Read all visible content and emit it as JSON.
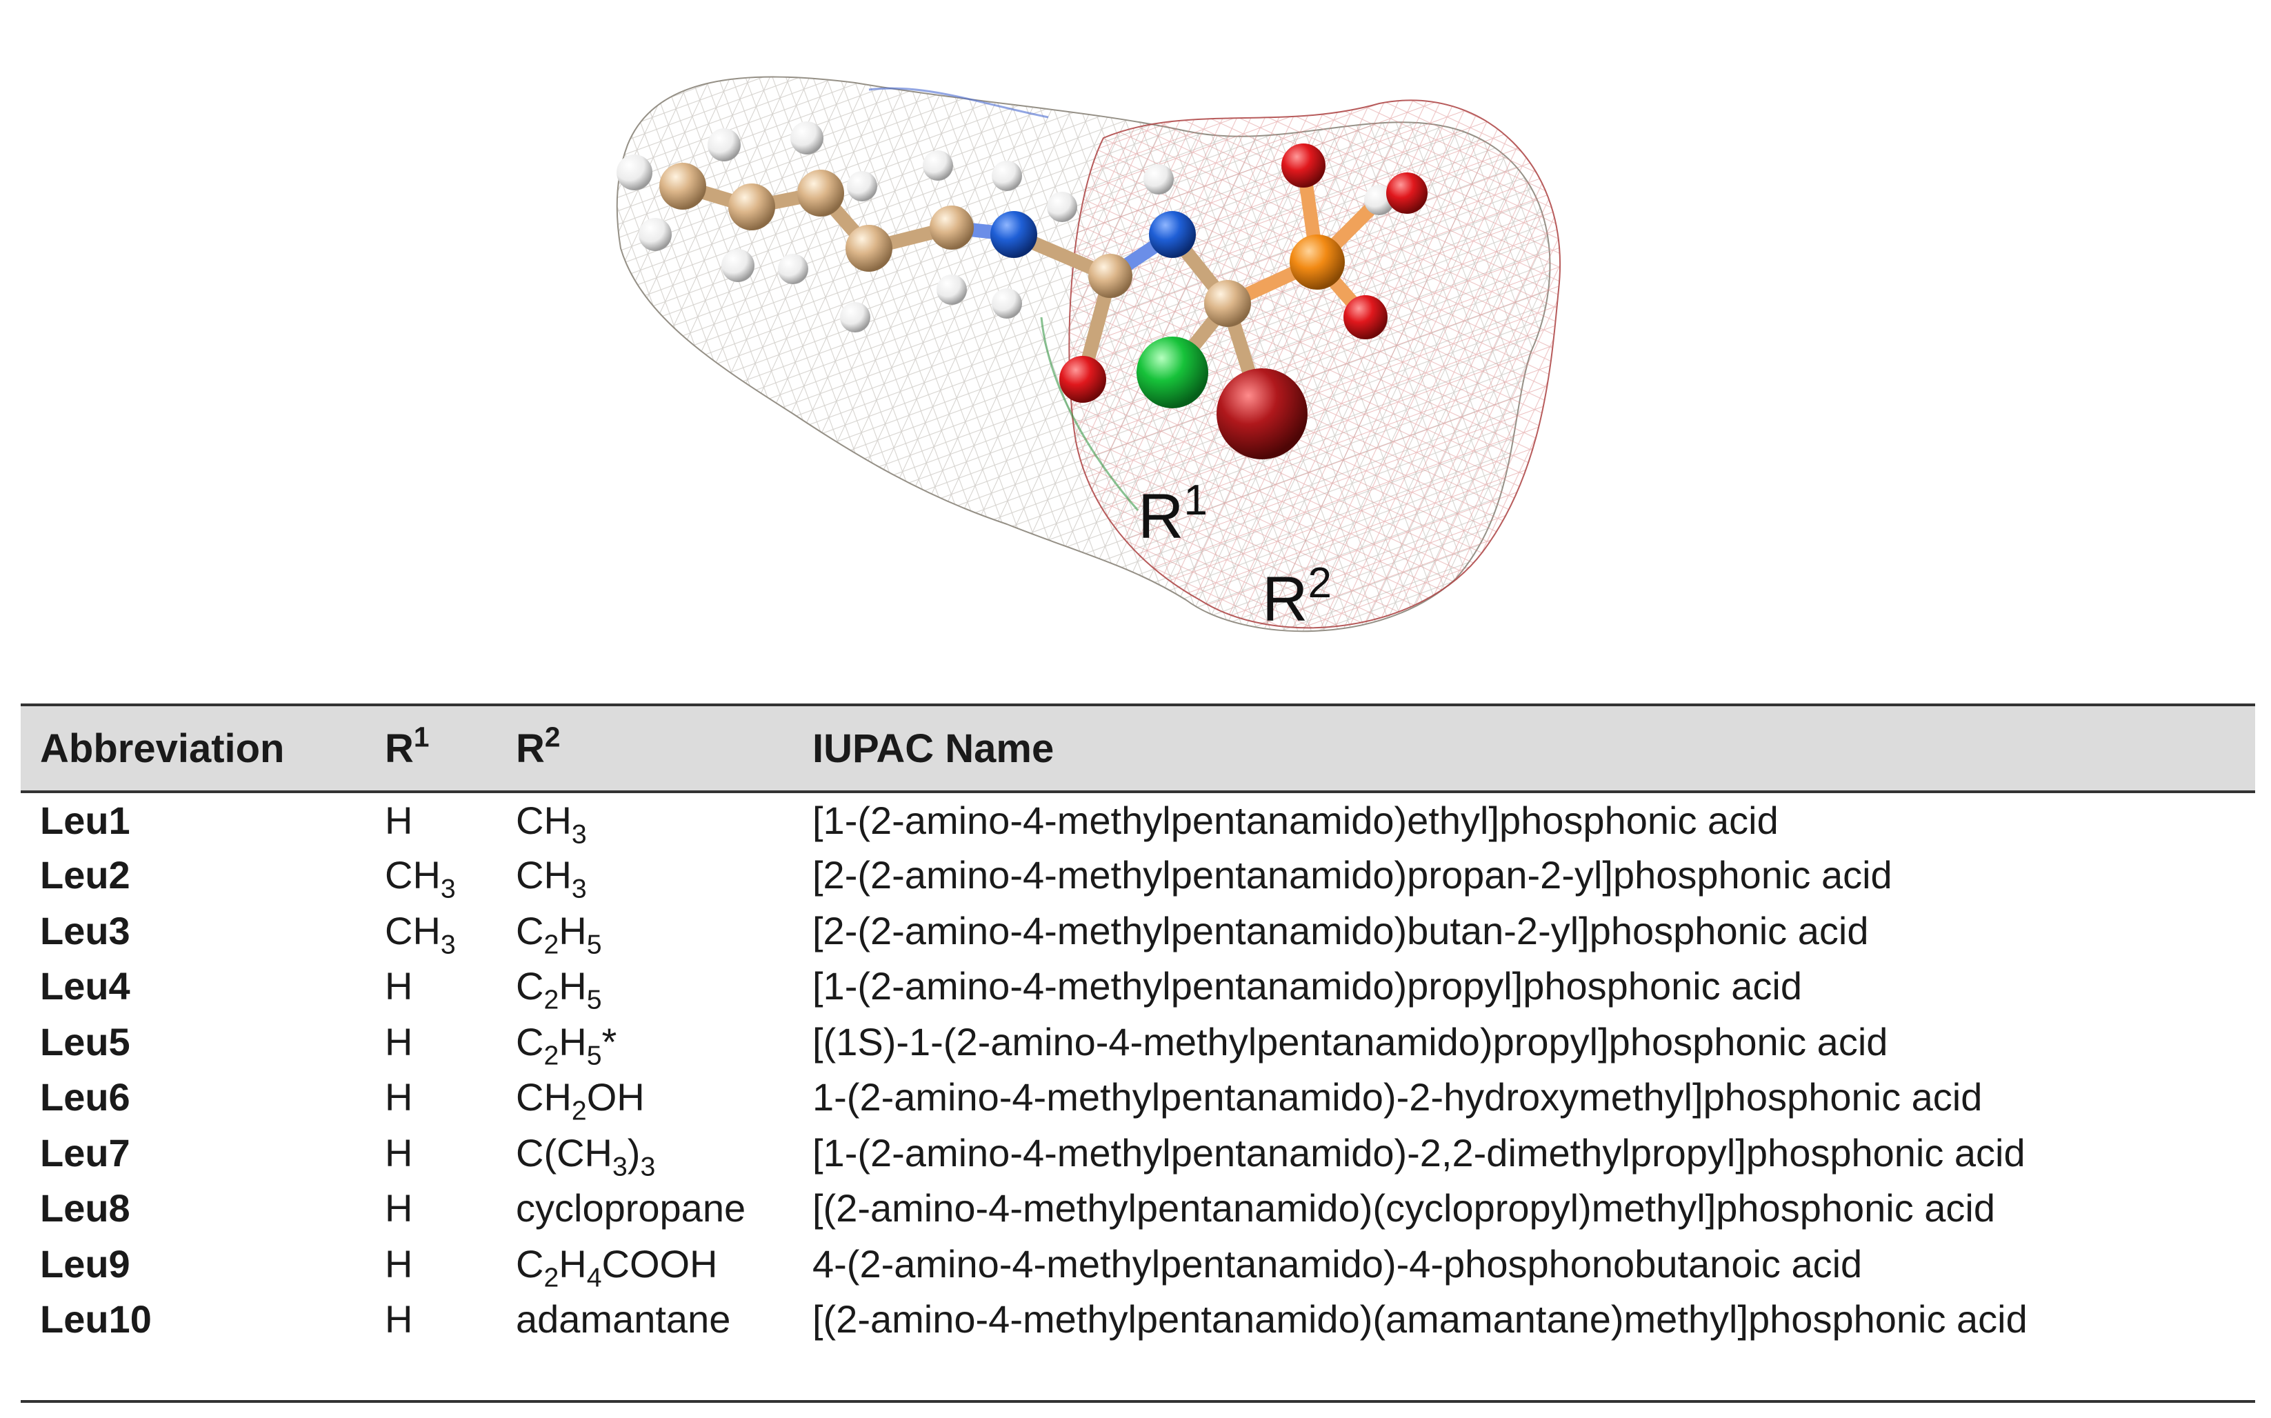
{
  "figure": {
    "labels": {
      "r1_base": "R",
      "r1_sup": "1",
      "r2_base": "R",
      "r2_sup": "2"
    }
  },
  "table": {
    "headers": [
      {
        "base": "Abbreviation",
        "sup": ""
      },
      {
        "base": "R",
        "sup": "1"
      },
      {
        "base": "R",
        "sup": "2"
      },
      {
        "base": "IUPAC Name",
        "sup": ""
      }
    ],
    "rows": [
      {
        "abbr": "Leu1",
        "r1": [
          [
            "t",
            "H"
          ]
        ],
        "r2": [
          [
            "t",
            "CH"
          ],
          [
            "s",
            "3"
          ]
        ],
        "name": "[1-(2-amino-4-methylpentanamido)ethyl]phosphonic acid"
      },
      {
        "abbr": "Leu2",
        "r1": [
          [
            "t",
            "CH"
          ],
          [
            "s",
            "3"
          ]
        ],
        "r2": [
          [
            "t",
            "CH"
          ],
          [
            "s",
            "3"
          ]
        ],
        "name": "[2-(2-amino-4-methylpentanamido)propan-2-yl]phosphonic acid"
      },
      {
        "abbr": "Leu3",
        "r1": [
          [
            "t",
            "CH"
          ],
          [
            "s",
            "3"
          ]
        ],
        "r2": [
          [
            "t",
            "C"
          ],
          [
            "s",
            "2"
          ],
          [
            "t",
            "H"
          ],
          [
            "s",
            "5"
          ]
        ],
        "name": "[2-(2-amino-4-methylpentanamido)butan-2-yl]phosphonic acid"
      },
      {
        "abbr": "Leu4",
        "r1": [
          [
            "t",
            "H"
          ]
        ],
        "r2": [
          [
            "t",
            "C"
          ],
          [
            "s",
            "2"
          ],
          [
            "t",
            "H"
          ],
          [
            "s",
            "5"
          ]
        ],
        "name": "[1-(2-amino-4-methylpentanamido)propyl]phosphonic acid"
      },
      {
        "abbr": "Leu5",
        "r1": [
          [
            "t",
            "H"
          ]
        ],
        "r2": [
          [
            "t",
            "C"
          ],
          [
            "s",
            "2"
          ],
          [
            "t",
            "H"
          ],
          [
            "s",
            "5"
          ],
          [
            "t",
            "*"
          ]
        ],
        "name": "[(1S)-1-(2-amino-4-methylpentanamido)propyl]phosphonic acid"
      },
      {
        "abbr": "Leu6",
        "r1": [
          [
            "t",
            "H"
          ]
        ],
        "r2": [
          [
            "t",
            "CH"
          ],
          [
            "s",
            "2"
          ],
          [
            "t",
            "OH"
          ]
        ],
        "name": "1-(2-amino-4-methylpentanamido)-2-hydroxymethyl]phosphonic acid"
      },
      {
        "abbr": "Leu7",
        "r1": [
          [
            "t",
            "H"
          ]
        ],
        "r2": [
          [
            "t",
            "C(CH"
          ],
          [
            "s",
            "3"
          ],
          [
            "t",
            ")"
          ],
          [
            "s",
            "3"
          ]
        ],
        "name": "[1-(2-amino-4-methylpentanamido)-2,2-dimethylpropyl]phosphonic acid"
      },
      {
        "abbr": "Leu8",
        "r1": [
          [
            "t",
            "H"
          ]
        ],
        "r2": [
          [
            "t",
            "cyclopropane"
          ]
        ],
        "name": "[(2-amino-4-methylpentanamido)(cyclopropyl)methyl]phosphonic acid"
      },
      {
        "abbr": "Leu9",
        "r1": [
          [
            "t",
            "H"
          ]
        ],
        "r2": [
          [
            "t",
            "C"
          ],
          [
            "s",
            "2"
          ],
          [
            "t",
            "H"
          ],
          [
            "s",
            "4"
          ],
          [
            "t",
            "COOH"
          ]
        ],
        "name": "4-(2-amino-4-methylpentanamido)-4-phosphonobutanoic acid"
      },
      {
        "abbr": "Leu10",
        "r1": [
          [
            "t",
            "H"
          ]
        ],
        "r2": [
          [
            "t",
            "adamantane"
          ]
        ],
        "name": "[(2-amino-4-methylpentanamido)(amamantane)methyl]phosphonic acid"
      }
    ]
  },
  "colors": {
    "carbon": "#d9b48a",
    "hydrogen": "#f4f4f4",
    "nitrogen": "#1f5fd6",
    "oxygen": "#e0181d",
    "phosphorus": "#f28a14",
    "r1_sphere": "#17c23a",
    "r2_sphere": "#b0181c",
    "mesh_left": "#b0a89a",
    "mesh_right": "#d76a6a",
    "header_bg": "#dcdcdc"
  }
}
